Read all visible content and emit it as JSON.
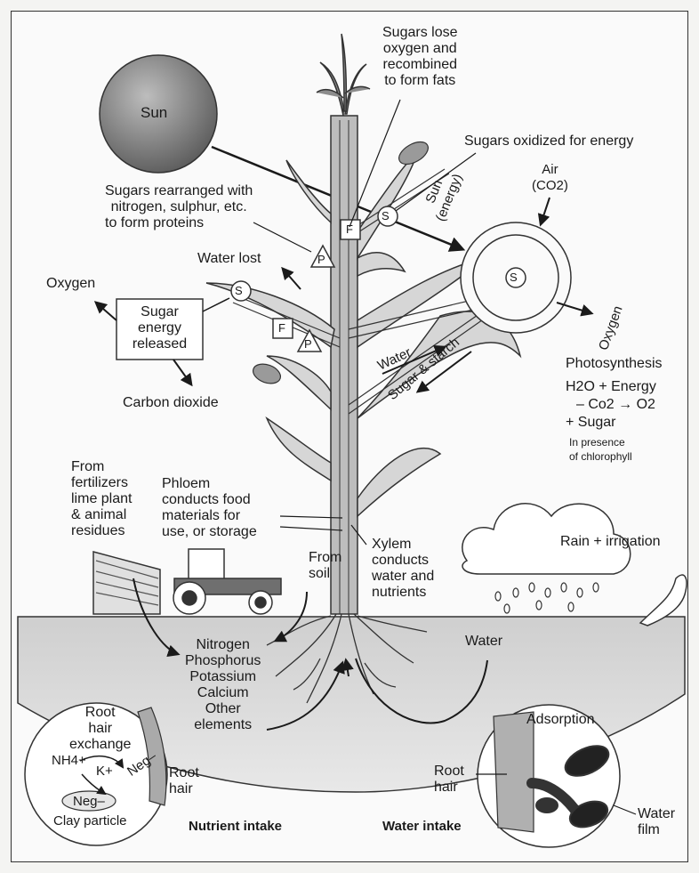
{
  "sun": {
    "label": "Sun"
  },
  "stem_notes": {
    "fats": [
      "Sugars lose",
      "oxygen and",
      "recombined",
      "to form fats"
    ],
    "oxidized": "Sugars oxidized for energy",
    "proteins": [
      "Sugars rearranged with",
      "nitrogen, sulphur, etc.",
      "to form proteins"
    ],
    "water_lost": "Water lost"
  },
  "respiration": {
    "oxygen": "Oxygen",
    "box": [
      "Sugar",
      "energy",
      "released"
    ],
    "carbon_dioxide": "Carbon dioxide"
  },
  "markers": {
    "s": "S",
    "f": "F",
    "p": "P"
  },
  "arrows": {
    "sun_energy": [
      "Sun",
      "(energy)"
    ],
    "water": "Water",
    "sugar_starch": "Sugar & starch"
  },
  "leaf_cell": {
    "air": [
      "Air",
      "(CO2)"
    ],
    "oxygen": "Oxygen",
    "s": "S"
  },
  "photosynthesis": {
    "title": "Photosynthesis",
    "line1": "H2O + Energy",
    "line2": "– Co2 → O2",
    "line3": "+ Sugar",
    "note1": "In presence",
    "note2": "of chlorophyll"
  },
  "sources": [
    "From",
    "fertilizers",
    "lime plant",
    "& animal",
    "residues"
  ],
  "phloem": [
    "Phloem",
    "conducts food",
    "materials for",
    "use, or storage"
  ],
  "xylem": [
    "Xylem",
    "conducts",
    "water and",
    "nutrients"
  ],
  "from_soil": [
    "From",
    "soil"
  ],
  "rain": "Rain + irrigation",
  "water_ground": "Water",
  "nutrients": [
    "Nitrogen",
    "Phosphorus",
    "Potassium",
    "Calcium",
    "Other",
    "elements"
  ],
  "nutrient_inset": {
    "exchange": [
      "Root",
      "hair",
      "exchange"
    ],
    "nh4": "NH4+",
    "k": "K+",
    "neg1": "Neg–",
    "neg2": "Neg–",
    "clay": "Clay particle",
    "root_hair": [
      "Root",
      "hair"
    ],
    "caption": "Nutrient intake"
  },
  "water_inset": {
    "adsorption": "Adsorption",
    "root_hair": [
      "Root",
      "hair"
    ],
    "water_film": [
      "Water",
      "film"
    ],
    "caption": "Water intake"
  }
}
